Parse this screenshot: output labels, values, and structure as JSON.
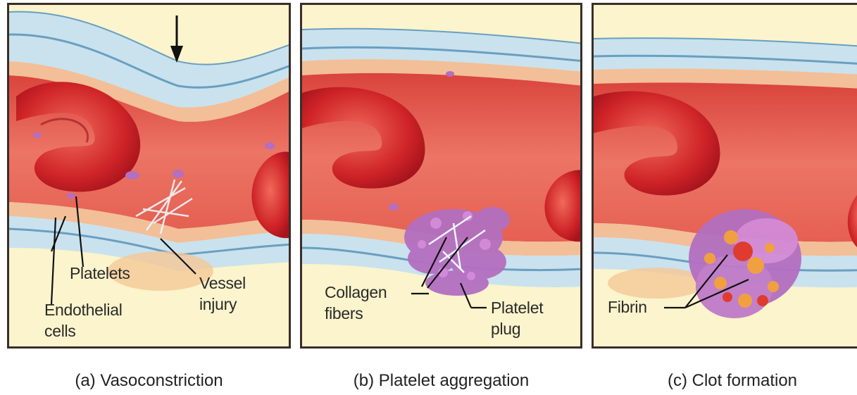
{
  "panels": [
    {
      "caption": "(a) Vasoconstriction",
      "labels": {
        "platelets": "Platelets",
        "endothelial": "Endothelial\ncells",
        "vessel_injury": "Vessel\ninjury"
      }
    },
    {
      "caption": "(b) Platelet aggregation",
      "labels": {
        "collagen": "Collagen\nfibers",
        "platelet_plug": "Platelet\nplug"
      }
    },
    {
      "caption": "(c) Clot formation",
      "labels": {
        "fibrin": "Fibrin"
      }
    }
  ],
  "colors": {
    "background": "#fbf4cc",
    "vessel_wall": "#c9e2ee",
    "wall_line": "#6a9fc0",
    "endothelium": "#f2bf98",
    "lumen": "#e8695e",
    "red_cell": "#d6282b",
    "platelet": "#b36fc0",
    "fibrin": "#f0a040"
  }
}
